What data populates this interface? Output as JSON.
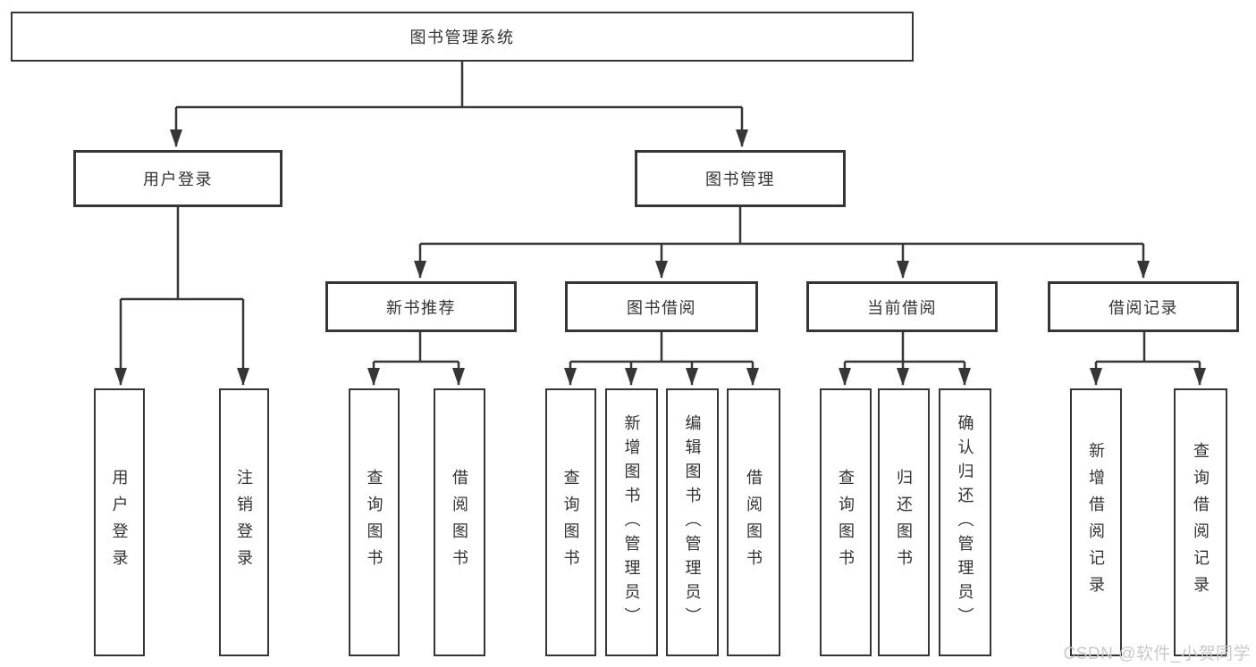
{
  "diagram": {
    "type": "hierarchy-tree",
    "nodes": {
      "root": "图书管理系统",
      "user_login": "用户登录",
      "book_mgmt": "图书管理",
      "new_books": "新书推荐",
      "book_borrow": "图书借阅",
      "current_borrow": "当前借阅",
      "borrow_records": "借阅记录",
      "leaf_user_login": "用户登录",
      "leaf_logout": "注销登录",
      "leaf_nb_query": "查询图书",
      "leaf_nb_borrow": "借阅图书",
      "leaf_bb_query": "查询图书",
      "leaf_bb_add": "新增图书（管理员）",
      "leaf_bb_edit": "编辑图书（管理员）",
      "leaf_bb_borrow": "借阅图书",
      "leaf_cb_query": "查询图书",
      "leaf_cb_return": "归还图书",
      "leaf_cb_confirm": "确认归还（管理员）",
      "leaf_br_add": "新增借阅记录",
      "leaf_br_query": "查询借阅记录"
    },
    "edges": [
      [
        "图书管理系统",
        "用户登录"
      ],
      [
        "图书管理系统",
        "图书管理"
      ],
      [
        "用户登录",
        "用户登录"
      ],
      [
        "用户登录",
        "注销登录"
      ],
      [
        "图书管理",
        "新书推荐"
      ],
      [
        "图书管理",
        "图书借阅"
      ],
      [
        "图书管理",
        "当前借阅"
      ],
      [
        "图书管理",
        "借阅记录"
      ],
      [
        "新书推荐",
        "查询图书"
      ],
      [
        "新书推荐",
        "借阅图书"
      ],
      [
        "图书借阅",
        "查询图书"
      ],
      [
        "图书借阅",
        "新增图书（管理员）"
      ],
      [
        "图书借阅",
        "编辑图书（管理员）"
      ],
      [
        "图书借阅",
        "借阅图书"
      ],
      [
        "当前借阅",
        "查询图书"
      ],
      [
        "当前借阅",
        "归还图书"
      ],
      [
        "当前借阅",
        "确认归还（管理员）"
      ],
      [
        "借阅记录",
        "新增借阅记录"
      ],
      [
        "借阅记录",
        "查询借阅记录"
      ]
    ],
    "colors": {
      "line": "#363636",
      "box_background": "#ffffff",
      "text": "#333333",
      "watermark": "#c9c9c9",
      "page_background": "#ffffff"
    }
  },
  "watermark": "CSDN @软件_小贺同学"
}
